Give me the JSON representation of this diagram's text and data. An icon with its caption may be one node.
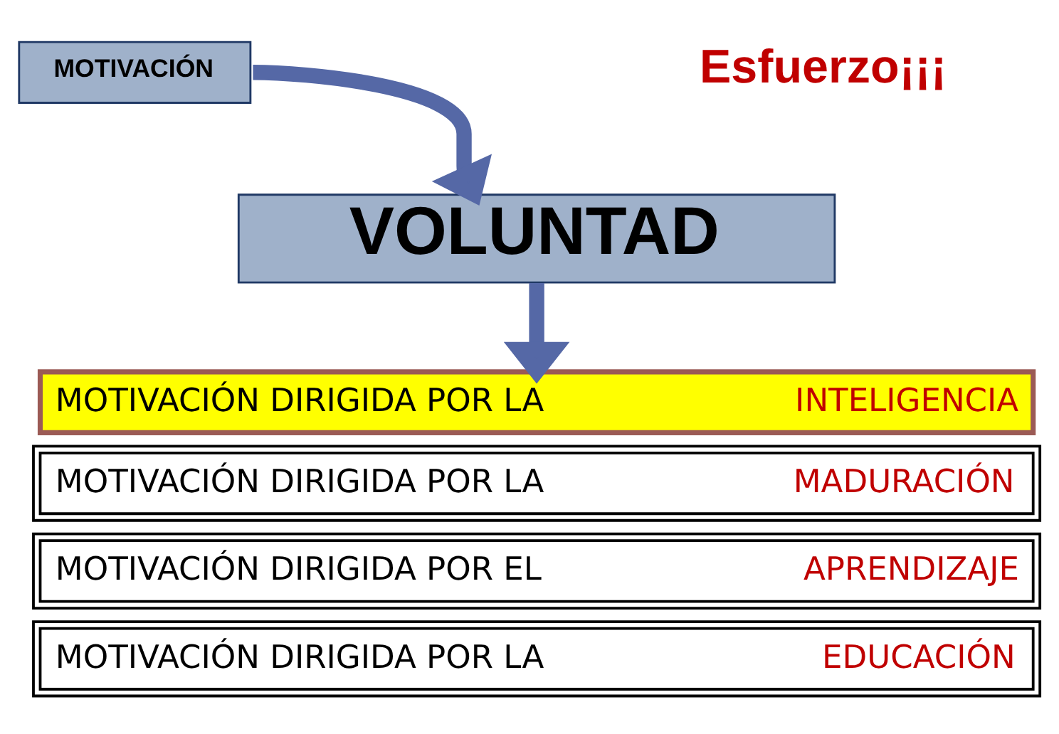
{
  "diagram": {
    "nodes": [
      {
        "text": [
          "MOTIVACIÓN"
        ]
      },
      {
        "text": [
          "VOLUNTAD"
        ]
      },
      {
        "text": [
          "MOTIVACIÓN DIRIGIDA POR LA",
          "INTELIGENCIA"
        ]
      },
      {
        "text": [
          "MOTIVACIÓN DIRIGIDA POR LA",
          "MADURACIÓN"
        ]
      },
      {
        "text": [
          "MOTIVACIÓN DIRIGIDA POR EL",
          "APRENDIZAJE"
        ]
      },
      {
        "text": [
          "MOTIVACIÓN DIRIGIDA POR LA",
          "EDUCACIÓN"
        ]
      }
    ],
    "edges": [
      {
        "from": 0,
        "to": 1,
        "arrow": "to"
      },
      {
        "from": 1,
        "to": 2,
        "arrow": "to"
      }
    ],
    "labels": [
      "Esfuerzo¡¡¡"
    ]
  }
}
